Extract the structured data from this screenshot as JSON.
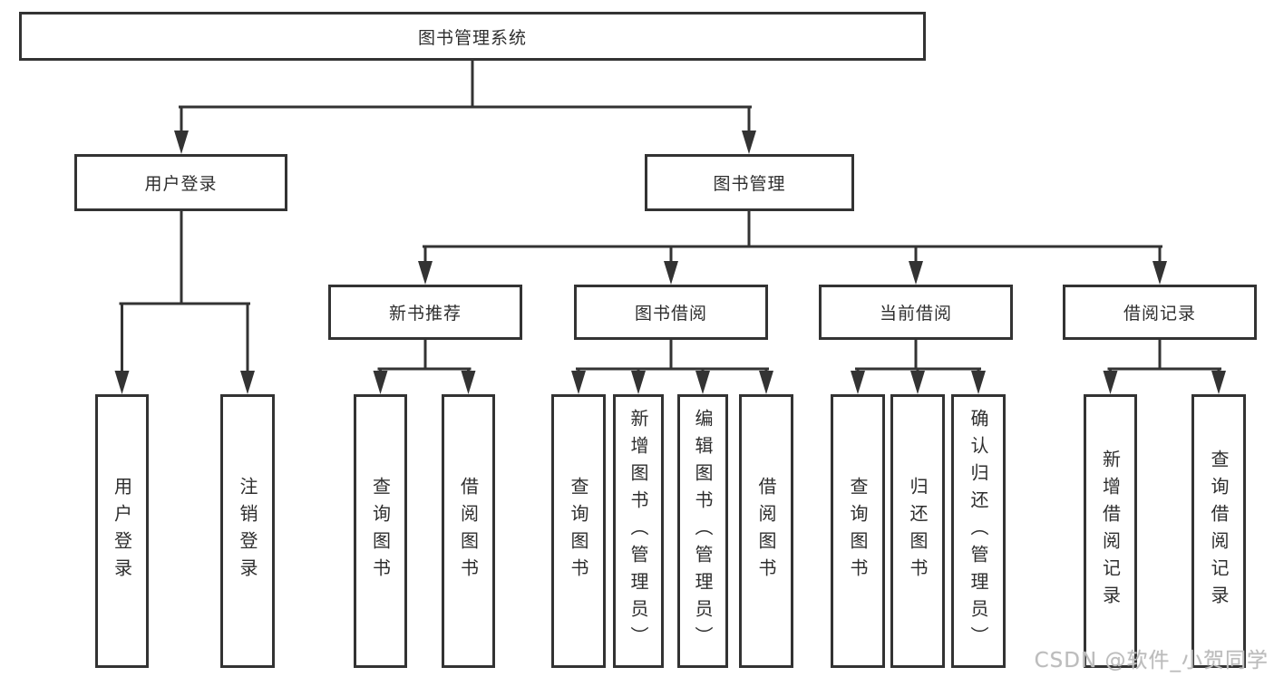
{
  "root": {
    "label": "图书管理系统"
  },
  "branches": {
    "user_login": {
      "label": "用户登录",
      "children": [
        "用户登录",
        "注销登录"
      ]
    },
    "book_management": {
      "label": "图书管理",
      "sections": {
        "new_book_recommend": {
          "label": "新书推荐",
          "children": [
            "查询图书",
            "借阅图书"
          ]
        },
        "book_borrow": {
          "label": "图书借阅",
          "children": [
            "查询图书",
            "新增图书（管理员）",
            "编辑图书（管理员）",
            "借阅图书"
          ]
        },
        "current_borrow": {
          "label": "当前借阅",
          "children": [
            "查询图书",
            "归还图书",
            "确认归还（管理员）"
          ]
        },
        "borrow_records": {
          "label": "借阅记录",
          "children": [
            "新增借阅记录",
            "查询借阅记录"
          ]
        }
      }
    }
  },
  "colors": {
    "line": "#333333",
    "text": "#2e2e2e",
    "watermark": "#bcbcbc"
  },
  "watermark": "CSDN @软件_小贺同学"
}
